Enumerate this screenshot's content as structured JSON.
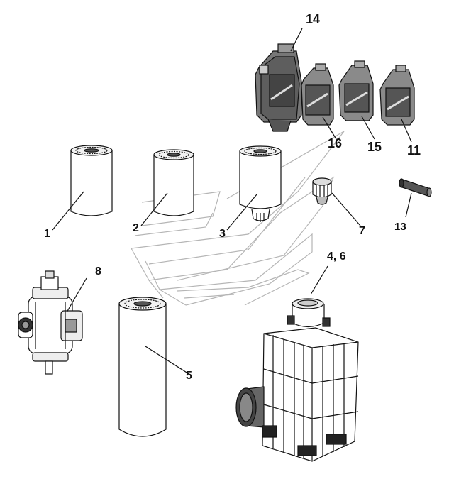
{
  "diagram": {
    "callouts": {
      "c1": "1",
      "c2": "2",
      "c3": "3",
      "c4_6": "4, 6",
      "c5": "5",
      "c7": "7",
      "c8": "8",
      "c11": "11",
      "c13": "13",
      "c14": "14",
      "c15": "15",
      "c16": "16"
    }
  },
  "colors": {
    "ink": "#111111",
    "shade": "#5a5a5a",
    "mid": "#9a9a9a",
    "light": "#d6d6d6",
    "paper": "#ffffff"
  }
}
